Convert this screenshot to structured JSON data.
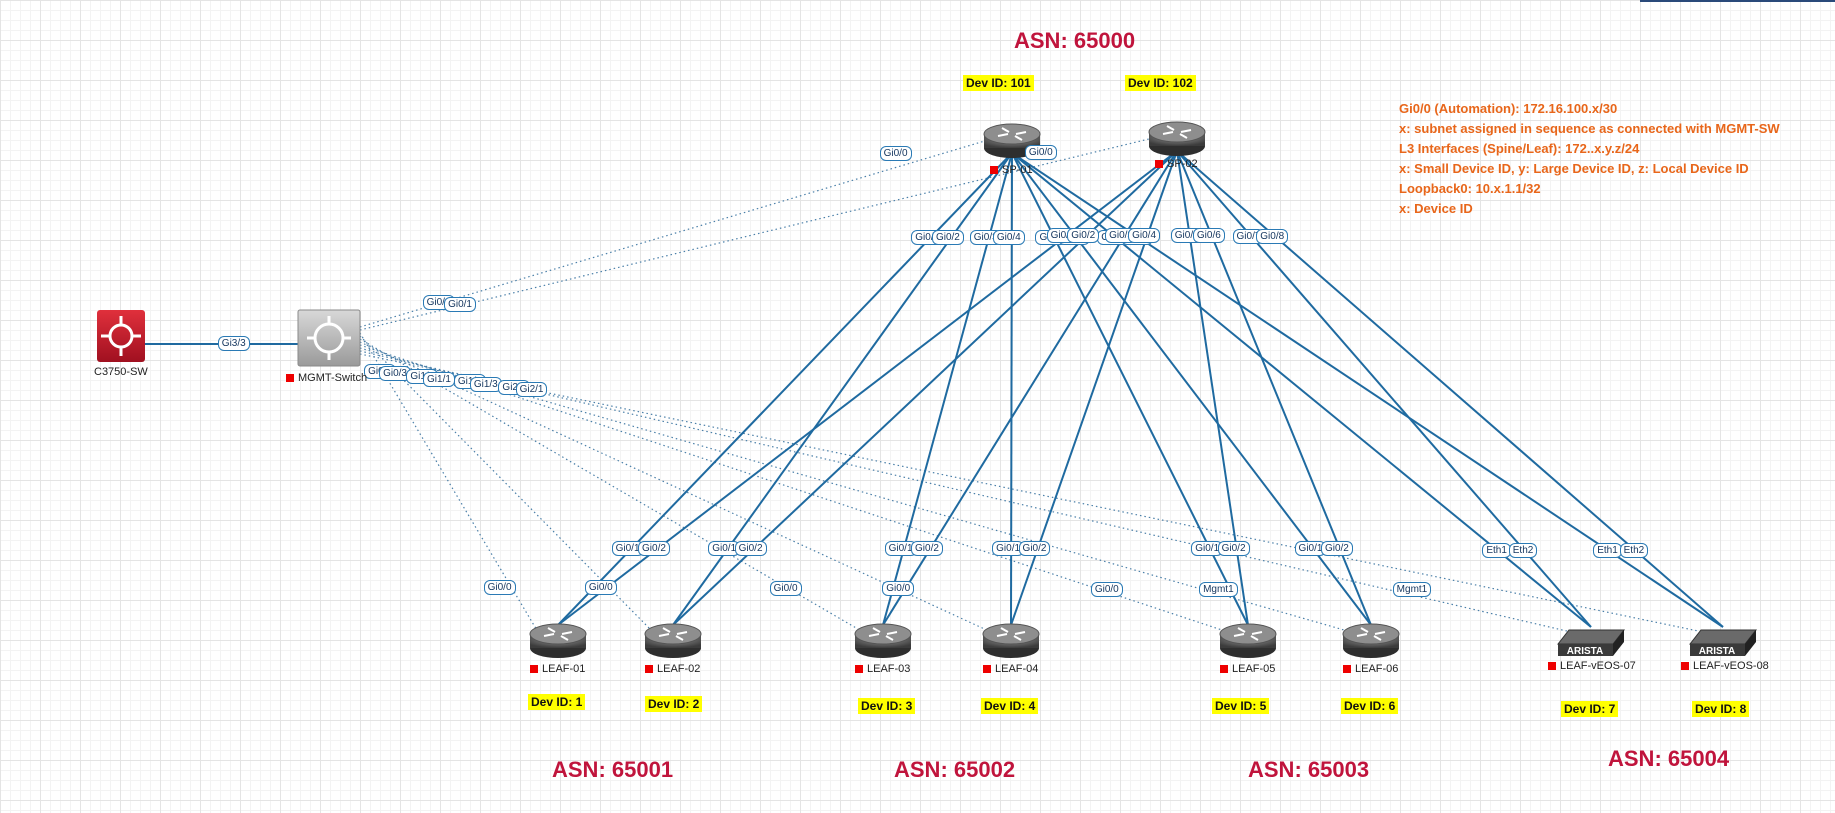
{
  "colors": {
    "link": "#1f6aa0",
    "mgmt_link": "#4a7fa8",
    "asn": "#c0143c",
    "notes": "#e8661a",
    "devid_bg": "#ffff00"
  },
  "asn_labels": [
    {
      "id": "spine",
      "text": "ASN: 65000"
    },
    {
      "id": "leaf12",
      "text": "ASN: 65001"
    },
    {
      "id": "leaf34",
      "text": "ASN: 65002"
    },
    {
      "id": "leaf56",
      "text": "ASN: 65003"
    },
    {
      "id": "leaf78",
      "text": "ASN: 65004"
    }
  ],
  "notes": [
    "Gi0/0 (Automation): 172.16.100.x/30",
    "x: subnet assigned in sequence as connected with MGMT-SW",
    "L3 Interfaces (Spine/Leaf): 172..x.y.z/24",
    "x: Small Device ID, y: Large Device ID, z: Local Device ID",
    "Loopback0: 10.x.1.1/32",
    "x: Device ID"
  ],
  "devices": [
    {
      "id": "c3750",
      "label": "C3750-SW",
      "icon": "core-switch-icon"
    },
    {
      "id": "mgmt",
      "label": "MGMT-Switch",
      "icon": "switch-icon"
    },
    {
      "id": "sp01",
      "label": "SP-01",
      "icon": "router-icon",
      "devid": "Dev ID: 101"
    },
    {
      "id": "sp02",
      "label": "SP-02",
      "icon": "router-icon",
      "devid": "Dev ID: 102"
    },
    {
      "id": "leaf01",
      "label": "LEAF-01",
      "icon": "router-icon",
      "devid": "Dev ID: 1"
    },
    {
      "id": "leaf02",
      "label": "LEAF-02",
      "icon": "router-icon",
      "devid": "Dev ID: 2"
    },
    {
      "id": "leaf03",
      "label": "LEAF-03",
      "icon": "router-icon",
      "devid": "Dev ID: 3"
    },
    {
      "id": "leaf04",
      "label": "LEAF-04",
      "icon": "router-icon",
      "devid": "Dev ID: 4"
    },
    {
      "id": "leaf05",
      "label": "LEAF-05",
      "icon": "router-icon",
      "devid": "Dev ID: 5"
    },
    {
      "id": "leaf06",
      "label": "LEAF-06",
      "icon": "router-icon",
      "devid": "Dev ID: 6"
    },
    {
      "id": "veos07",
      "label": "LEAF-vEOS-07",
      "icon": "arista-switch-icon",
      "devid": "Dev ID: 7",
      "brand": "ARISTA"
    },
    {
      "id": "veos08",
      "label": "LEAF-vEOS-08",
      "icon": "arista-switch-icon",
      "devid": "Dev ID: 8",
      "brand": "ARISTA"
    }
  ],
  "mgmt_links": [
    {
      "from": "c3750",
      "to": "mgmt",
      "ports": [
        "Gi3/3"
      ]
    },
    {
      "from": "mgmt",
      "to": "sp01",
      "ports": [
        "Gi0/0",
        "Gi0/0"
      ]
    },
    {
      "from": "mgmt",
      "to": "sp02",
      "ports": [
        "Gi0/1",
        "Gi0/0"
      ]
    },
    {
      "from": "mgmt",
      "to": "leaf01",
      "ports": [
        "Gi0/2",
        "Gi0/0"
      ]
    },
    {
      "from": "mgmt",
      "to": "leaf02",
      "ports": [
        "Gi0/3",
        "Gi0/0"
      ]
    },
    {
      "from": "mgmt",
      "to": "leaf03",
      "ports": [
        "Gi1/0",
        "Gi0/0"
      ]
    },
    {
      "from": "mgmt",
      "to": "leaf04",
      "ports": [
        "Gi1/1",
        "Gi0/0"
      ]
    },
    {
      "from": "mgmt",
      "to": "leaf05",
      "ports": [
        "Gi1/2",
        "Gi0/0"
      ]
    },
    {
      "from": "mgmt",
      "to": "leaf06",
      "ports": [
        "Gi1/3",
        "Mgmt1"
      ]
    },
    {
      "from": "mgmt",
      "to": "veos07",
      "ports": [
        "Gi2/0",
        "Mgmt1"
      ]
    },
    {
      "from": "mgmt",
      "to": "veos08",
      "ports": [
        "Gi2/1"
      ]
    }
  ],
  "fabric_links": [
    {
      "from": "sp01",
      "to": "leaf01",
      "ports": [
        "Gi0/1",
        "Gi0/1"
      ]
    },
    {
      "from": "sp01",
      "to": "leaf02",
      "ports": [
        "Gi0/2",
        "Gi0/1"
      ]
    },
    {
      "from": "sp01",
      "to": "leaf03",
      "ports": [
        "Gi0/3",
        "Gi0/1"
      ]
    },
    {
      "from": "sp01",
      "to": "leaf04",
      "ports": [
        "Gi0/4",
        "Gi0/1"
      ]
    },
    {
      "from": "sp01",
      "to": "leaf05",
      "ports": [
        "Gi0/5",
        "Gi0/1"
      ]
    },
    {
      "from": "sp01",
      "to": "leaf06",
      "ports": [
        "Gi0/6",
        "Gi0/1"
      ]
    },
    {
      "from": "sp01",
      "to": "veos07",
      "ports": [
        "Gi0/7",
        "Eth1"
      ]
    },
    {
      "from": "sp01",
      "to": "veos08",
      "ports": [
        "Gi0/8",
        "Eth1"
      ]
    },
    {
      "from": "sp02",
      "to": "leaf01",
      "ports": [
        "Gi0/1",
        "Gi0/2"
      ]
    },
    {
      "from": "sp02",
      "to": "leaf02",
      "ports": [
        "Gi0/2",
        "Gi0/2"
      ]
    },
    {
      "from": "sp02",
      "to": "leaf03",
      "ports": [
        "Gi0/3",
        "Gi0/2"
      ]
    },
    {
      "from": "sp02",
      "to": "leaf04",
      "ports": [
        "Gi0/4",
        "Gi0/2"
      ]
    },
    {
      "from": "sp02",
      "to": "leaf05",
      "ports": [
        "Gi0/5",
        "Gi0/2"
      ]
    },
    {
      "from": "sp02",
      "to": "leaf06",
      "ports": [
        "Gi0/6",
        "Gi0/2"
      ]
    },
    {
      "from": "sp02",
      "to": "veos07",
      "ports": [
        "Gi0/7",
        "Eth2"
      ]
    },
    {
      "from": "sp02",
      "to": "veos08",
      "ports": [
        "Gi0/8",
        "Eth2"
      ]
    }
  ]
}
